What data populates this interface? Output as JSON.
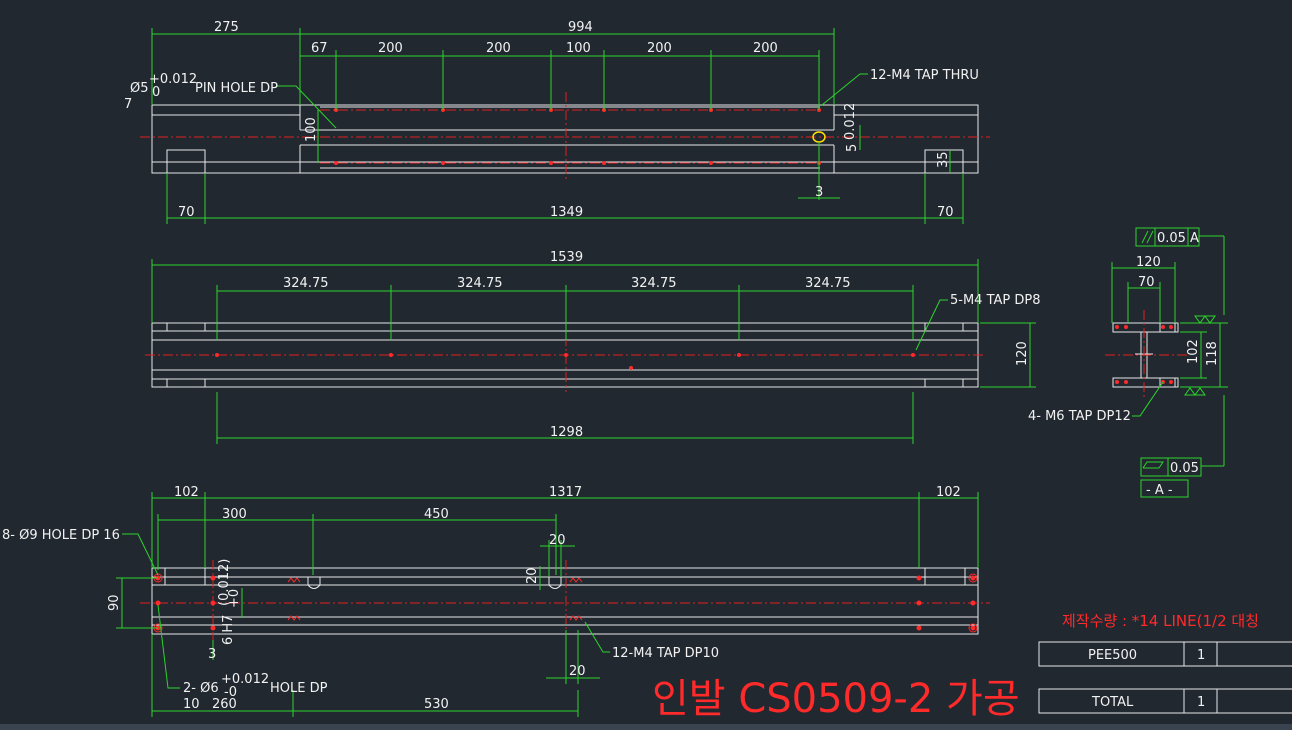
{
  "view_top": {
    "dim_275": "275",
    "dim_994": "994",
    "dim_67": "67",
    "dim_200a": "200",
    "dim_200b": "200",
    "dim_100": "100",
    "dim_200c": "200",
    "dim_200d": "200",
    "pin_dia": "Ø5",
    "pin_tol_plus": "+0.012",
    "pin_tol_zero": "0",
    "pin_depth": "7",
    "pin_label": "PIN HOLE DP",
    "tap_note": "12-M4 TAP THRU",
    "dim_100v": "100",
    "dim_small": "5",
    "dim_small_tol": "0.012",
    "dim_35": "35",
    "dim_3": "3",
    "dim_70l": "70",
    "dim_1349": "1349",
    "dim_70r": "70"
  },
  "view_mid": {
    "dim_1539": "1539",
    "pitch_1": "324.75",
    "pitch_2": "324.75",
    "pitch_3": "324.75",
    "pitch_4": "324.75",
    "tap_note": "5-M4 TAP DP8",
    "dim_120": "120",
    "dim_1298": "1298"
  },
  "view_bottom": {
    "dim_102l": "102",
    "dim_1317": "1317",
    "dim_102r": "102",
    "dim_300": "300",
    "dim_450": "450",
    "hole_note": "8- Ø9 HOLE DP 16",
    "dim_20a": "20",
    "dim_20v": "20",
    "dim_90": "90",
    "tol_text": "(0.012)",
    "tol_zero": "+0",
    "fit_text": "6 H7",
    "dim_3": "3",
    "tap_note": "12-M4 TAP DP10",
    "dim_20b": "20",
    "pin_note_prefix": "2- Ø6",
    "pin_tol_plus": "+0.012",
    "pin_tol_zero": "-0",
    "pin_note_suffix": "HOLE DP",
    "dim_10": "10",
    "dim_260": "260",
    "dim_530": "530"
  },
  "section": {
    "parallel_tol": "0.05",
    "parallel_datum": "A",
    "dim_120": "120",
    "dim_70": "70",
    "dim_102": "102",
    "dim_118": "118",
    "tap_note": "4- M6 TAP DP12",
    "flat_tol": "0.05",
    "datum_label": "- A -"
  },
  "notes": {
    "qty_note": "제작수량 : *14 LINE(1/2 대칭",
    "title": "인발 CS0509-2 가공"
  },
  "table": {
    "rows": [
      {
        "name": "PEE500",
        "qty": "1"
      },
      {
        "name": "TOTAL",
        "qty": "1"
      }
    ]
  },
  "colors": {
    "background": "#212830",
    "dimension": "#2bd52b",
    "outline": "#e8e8e8",
    "centerline": "#e02020",
    "note": "#ff2a2a"
  }
}
